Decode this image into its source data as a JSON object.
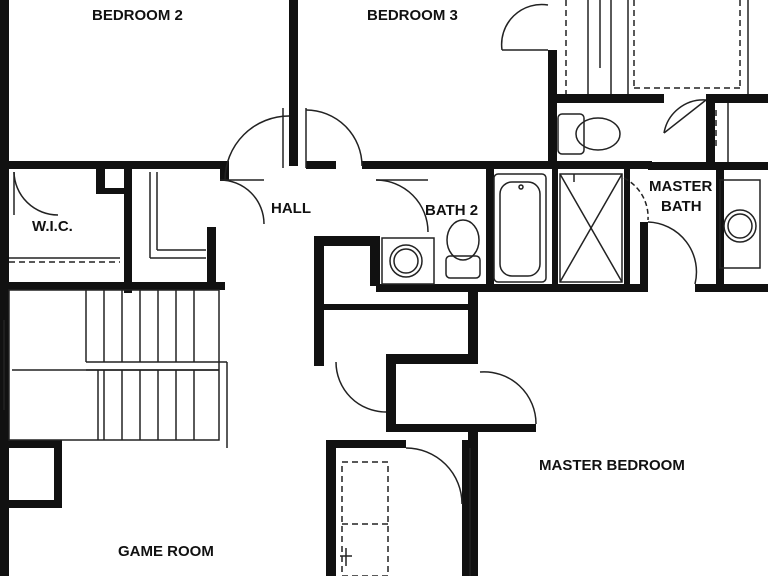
{
  "plan": {
    "colors": {
      "wall": "#111111",
      "line": "#222222",
      "background": "#ffffff"
    },
    "rooms": {
      "bedroom2": "BEDROOM 2",
      "bedroom3": "BEDROOM 3",
      "hall": "HALL",
      "wic": "W.I.C.",
      "bath2": "BATH 2",
      "master_bath_line1": "MASTER",
      "master_bath_line2": "BATH",
      "master_bedroom": "MASTER BEDROOM",
      "game_room": "GAME ROOM"
    }
  }
}
